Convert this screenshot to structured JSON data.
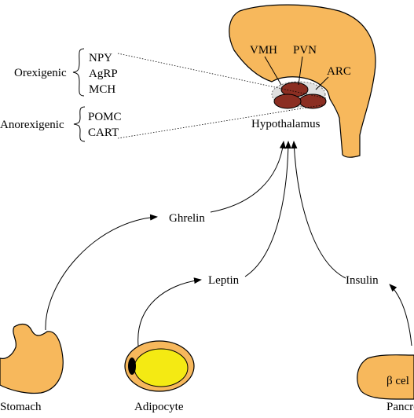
{
  "colors": {
    "organ_fill": "#f7b85c",
    "nucleus_fill": "#8b2e22",
    "adipocyte_fill": "#f4ea13",
    "adipocyte_nucleus": "#000000",
    "stroke": "#000000",
    "background": "#ffffff"
  },
  "hypothalamus": {
    "label": "Hypothalamus",
    "nuclei": [
      "VMH",
      "PVN",
      "ARC"
    ]
  },
  "neuropeptides": {
    "orexigenic": {
      "label": "Orexigenic",
      "items": [
        "NPY",
        "AgRP",
        "MCH"
      ]
    },
    "anorexigenic": {
      "label": "Anorexigenic",
      "items": [
        "POMC",
        "CART"
      ]
    }
  },
  "hormones": {
    "ghrelin": "Ghrelin",
    "leptin": "Leptin",
    "insulin": "Insulin"
  },
  "organs": {
    "stomach": "Stomach",
    "adipocyte": "Adipocyte",
    "pancreas": "Pancre",
    "beta_cell": "β cel"
  }
}
